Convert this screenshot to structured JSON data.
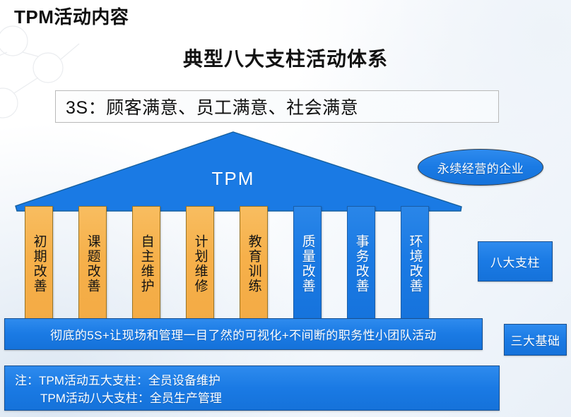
{
  "header": {
    "page_title": "TPM活动内容",
    "subtitle": "典型八大支柱活动体系"
  },
  "threes": {
    "text": "3S：顾客满意、员工满意、社会满意"
  },
  "roof": {
    "label": "TPM",
    "color": "#1a7ae4"
  },
  "pillars": {
    "orange_color": "#f6b04a",
    "blue_color": "#1a7ae4",
    "items": [
      {
        "label": "初期改善",
        "color": "orange"
      },
      {
        "label": "课题改善",
        "color": "orange"
      },
      {
        "label": "自主维护",
        "color": "orange"
      },
      {
        "label": "计划维修",
        "color": "orange"
      },
      {
        "label": "教育训练",
        "color": "orange"
      },
      {
        "label": "质量改善",
        "color": "blue"
      },
      {
        "label": "事务改善",
        "color": "blue"
      },
      {
        "label": "环境改善",
        "color": "blue"
      }
    ]
  },
  "foundation": {
    "text": "彻底的5S+让现场和管理一目了然的可视化+不间断的职务性小团队活动"
  },
  "side": {
    "ellipse_label": "永续经营的企业",
    "eight_pillars_label": "八大支柱",
    "three_foundations_label": "三大基础"
  },
  "note": {
    "line1": "注：TPM活动五大支柱：全员设备维护",
    "line2": "TPM活动八大支柱：全员生产管理"
  }
}
